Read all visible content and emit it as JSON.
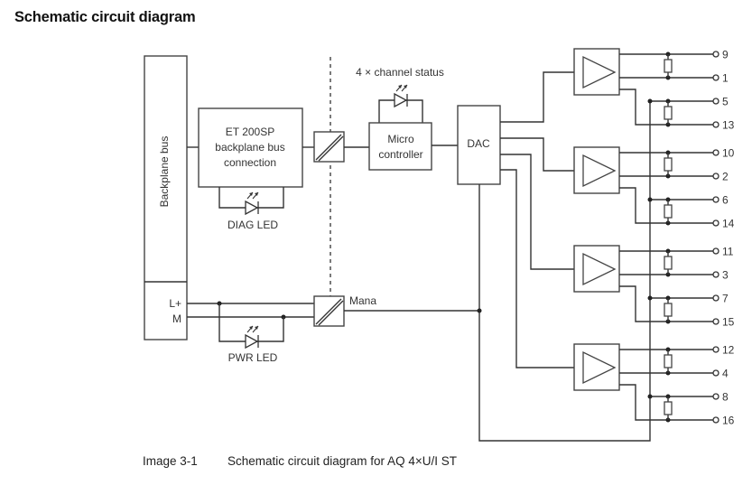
{
  "heading": "Schematic circuit diagram",
  "caption": {
    "number": "Image 3-1",
    "text": "Schematic circuit diagram for AQ 4×U/I ST"
  },
  "blocks": {
    "backplane_bus": "Backplane bus",
    "et200sp_line1": "ET 200SP",
    "et200sp_line2": "backplane bus",
    "et200sp_line3": "connection",
    "diag_led": "DIAG LED",
    "channel_status": "4 × channel status",
    "micro_line1": "Micro",
    "micro_line2": "controller",
    "dac": "DAC",
    "lplus": "L+",
    "m": "M",
    "pwr_led": "PWR LED",
    "mana": "Mana"
  },
  "terminals": {
    "ch0": [
      "9",
      "1",
      "5",
      "13"
    ],
    "ch1": [
      "10",
      "2",
      "6",
      "14"
    ],
    "ch2": [
      "11",
      "3",
      "7",
      "15"
    ],
    "ch3": [
      "12",
      "4",
      "8",
      "16"
    ]
  }
}
